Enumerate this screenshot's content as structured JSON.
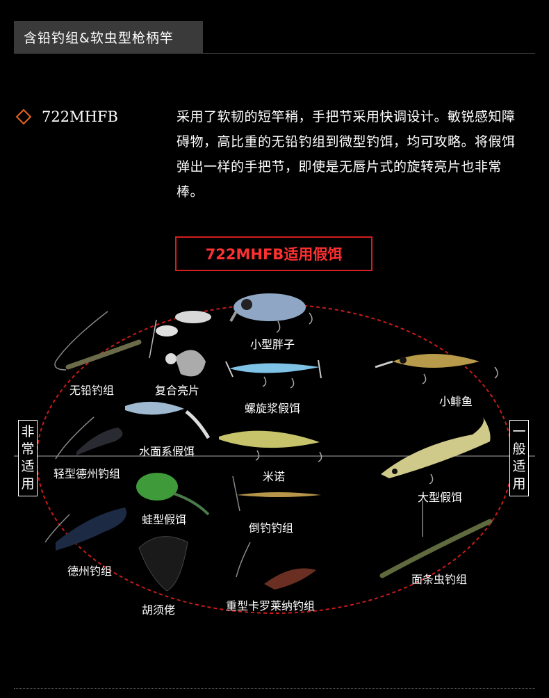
{
  "header": {
    "title": "含铅钓组&软虫型枪柄竿"
  },
  "model": {
    "name": "722MHFB"
  },
  "description": {
    "lines": [
      "采用了软韧的短竿稍，手把节采用快调设计。敏锐感知障",
      "碍物，高比重的无铅钓组到微型钓饵，均可攻略。将假饵",
      "弹出一样的手把节，即使是无唇片式的旋转亮片也非常",
      "棒。"
    ]
  },
  "lure_section": {
    "title": "722MHFB适用假饵"
  },
  "axis": {
    "left_label": [
      "非",
      "常",
      "适",
      "用"
    ],
    "right_label": [
      "一",
      "般",
      "适",
      "用"
    ]
  },
  "lures": {
    "small_crank": "小型胖子",
    "no_sinker": "无铅钓组",
    "tandem_spinner": "复合亮片",
    "propeller": "螺旋浆假饵",
    "small_minnow": "小鲱鱼",
    "topwater": "水面系假饵",
    "light_texas": "轻型德州钓组",
    "minnow": "米诺",
    "big_bait": "大型假饵",
    "frog": "蛙型假饵",
    "drop_shot": "倒钓钓组",
    "texas": "德州钓组",
    "straight_worm": "面条虫钓组",
    "heavy_carolina": "重型卡罗莱纳钓组",
    "rubber_jig": "胡须佬"
  },
  "colors": {
    "accent_orange": "#e8661f",
    "accent_red": "#d21f1f",
    "ellipse_red": "#cc1b1b"
  },
  "icons": [
    "diamond-icon"
  ]
}
